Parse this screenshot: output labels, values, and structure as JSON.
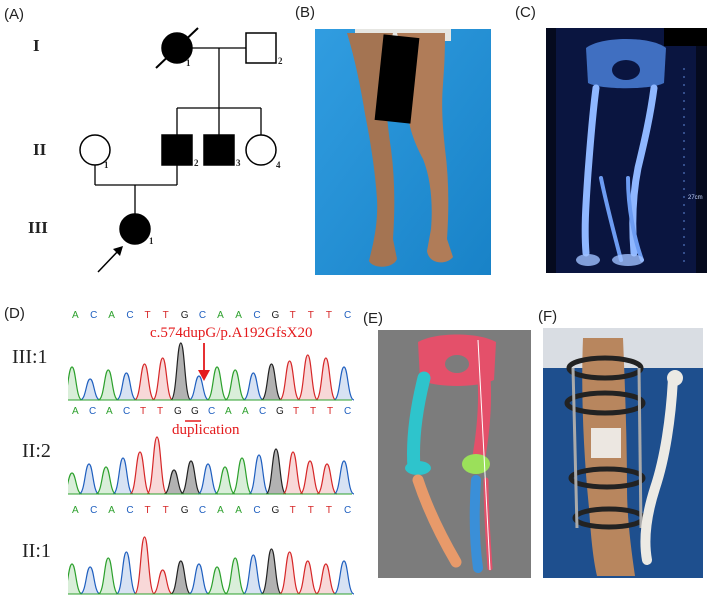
{
  "panels": {
    "a": "(A)",
    "b": "(B)",
    "c": "(C)",
    "d": "(D)",
    "e": "(E)",
    "f": "(F)"
  },
  "pedigree": {
    "generations": [
      "I",
      "II",
      "III"
    ],
    "individuals": {
      "I1": "1",
      "I2": "2",
      "II1": "1",
      "II2": "2",
      "II3": "3",
      "II4": "4",
      "III1": "1"
    }
  },
  "sequencing": {
    "rows": [
      {
        "label": "III:1",
        "bases": [
          "A",
          "C",
          "A",
          "C",
          "T",
          "T",
          "G",
          "C",
          "A",
          "A",
          "C",
          "G",
          "T",
          "T",
          "T",
          "C"
        ]
      },
      {
        "label": "II:2",
        "bases": [
          "A",
          "C",
          "A",
          "C",
          "T",
          "T",
          "G",
          "G",
          "C",
          "A",
          "A",
          "C",
          "G",
          "T",
          "T",
          "T",
          "C"
        ]
      },
      {
        "label": "II:1",
        "bases": [
          "A",
          "C",
          "A",
          "C",
          "T",
          "T",
          "G",
          "C",
          "A",
          "A",
          "C",
          "G",
          "T",
          "T",
          "T",
          "C"
        ]
      }
    ],
    "mutation": "c.574dupG/p.A192GfsX20",
    "duplication_label": "duplication"
  },
  "xray": {
    "ruler": "27cm"
  },
  "colors": {
    "A": "#2ca02c",
    "C": "#1f5fbf",
    "G": "#222222",
    "T": "#d62728",
    "annotation": "#e41a1c"
  }
}
